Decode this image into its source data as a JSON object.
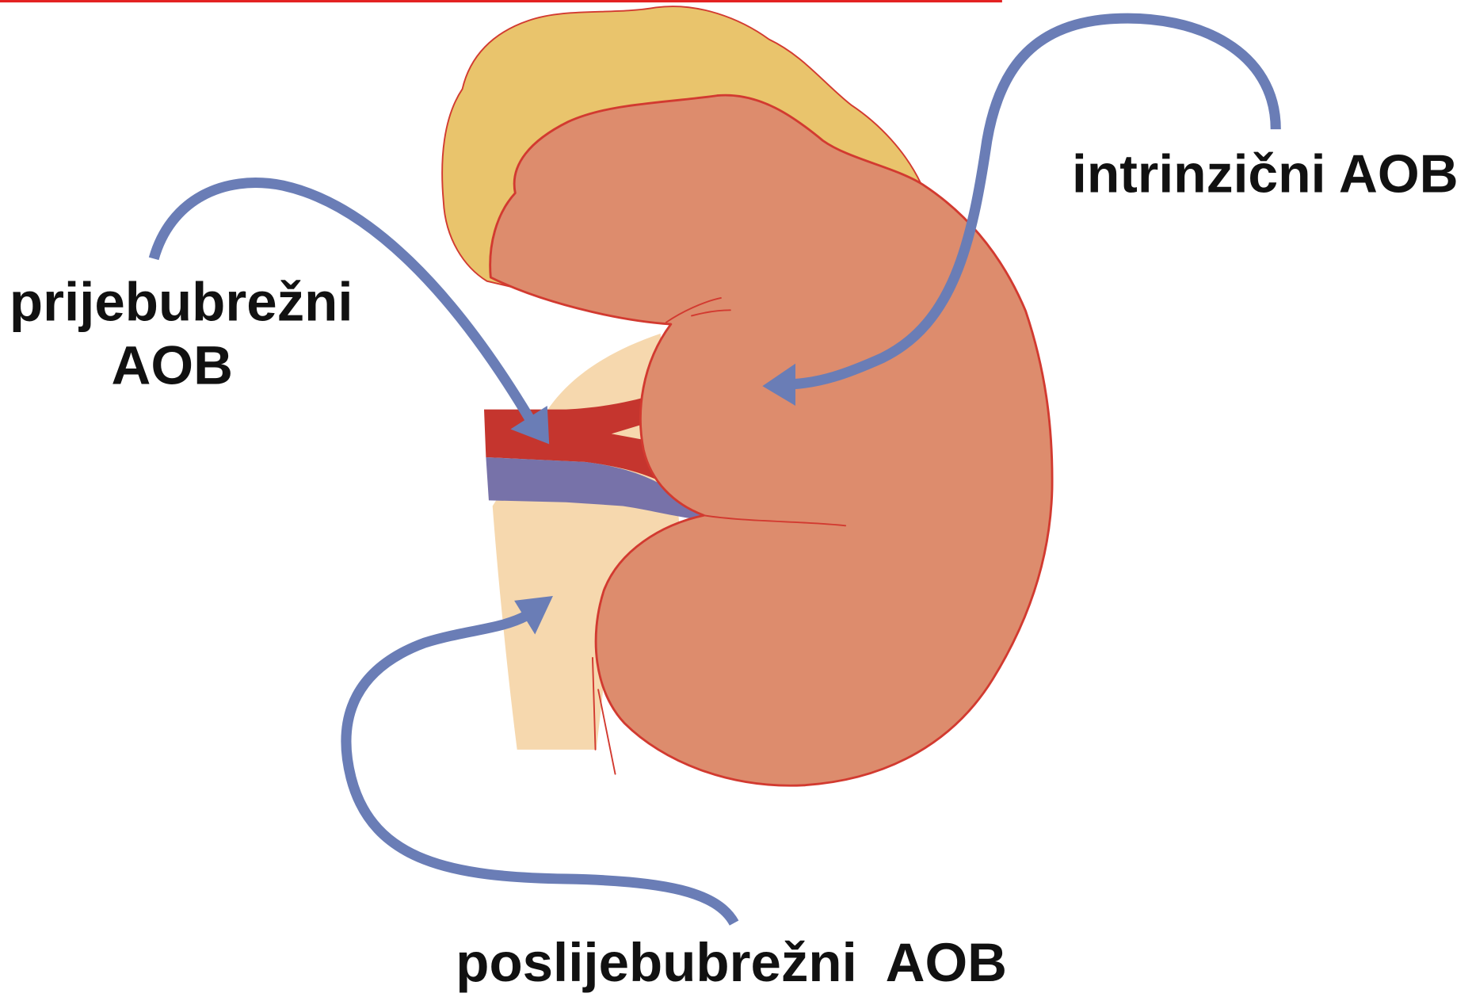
{
  "labels": {
    "prerenal": {
      "line1": "prijebubrežni",
      "line2": "AOB"
    },
    "intrinsic": "intrinzični AOB",
    "postrenal": "poslijebubrežni  AOB"
  },
  "colors": {
    "top_rule": "#E32222",
    "adrenal_fill": "#E9C46C",
    "organ_outline": "#D23A30",
    "kidney_fill": "#DD8C6D",
    "fat_fill": "#F6D8AE",
    "artery_fill": "#C5352E",
    "vein_fill": "#7772A9",
    "arrow": "#6A7DB6",
    "text": "#111111"
  }
}
